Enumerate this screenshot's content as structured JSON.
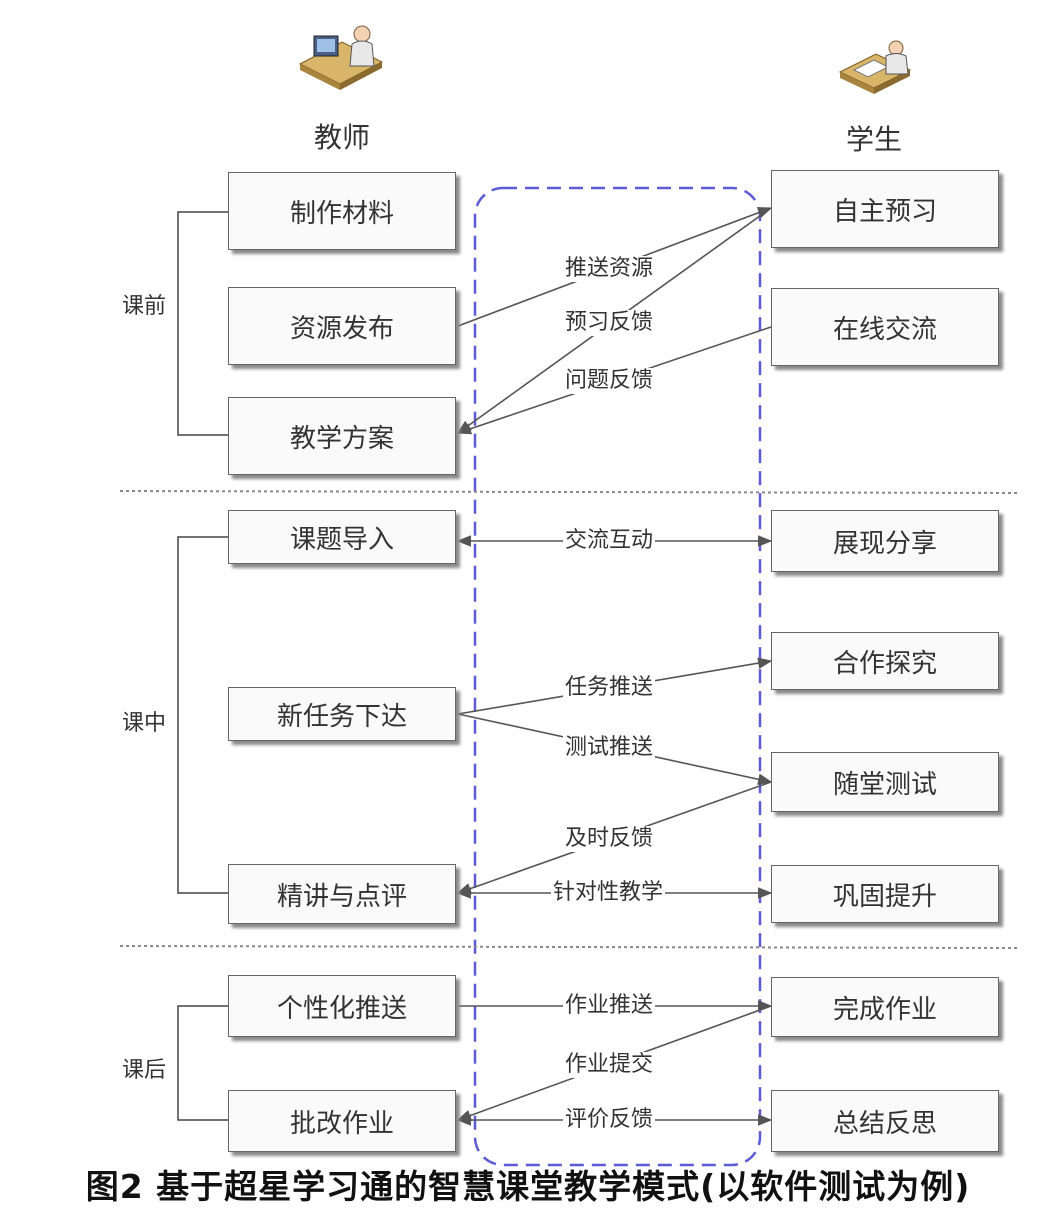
{
  "roles": {
    "teacher": "教师",
    "student": "学生"
  },
  "phases": {
    "pre": "课前",
    "in": "课中",
    "post": "课后"
  },
  "teacher_boxes": [
    "制作材料",
    "资源发布",
    "教学方案",
    "课题导入",
    "新任务下达",
    "精讲与点评",
    "个性化推送",
    "批改作业"
  ],
  "student_boxes": [
    "自主预习",
    "在线交流",
    "展现分享",
    "合作探究",
    "随堂测试",
    "巩固提升",
    "完成作业",
    "总结反思"
  ],
  "flows": [
    "推送资源",
    "预习反馈",
    "问题反馈",
    "交流互动",
    "任务推送",
    "测试推送",
    "及时反馈",
    "针对性教学",
    "作业推送",
    "作业提交",
    "评价反馈"
  ],
  "caption": "图2  基于超星学习通的智慧课堂教学模式(以软件测试为例)",
  "colors": {
    "dashed_frame": "#5b5bd6",
    "line": "#555555",
    "divider": "#888888"
  },
  "icons": [
    "teacher-at-desk-icon",
    "student-at-desk-icon"
  ]
}
